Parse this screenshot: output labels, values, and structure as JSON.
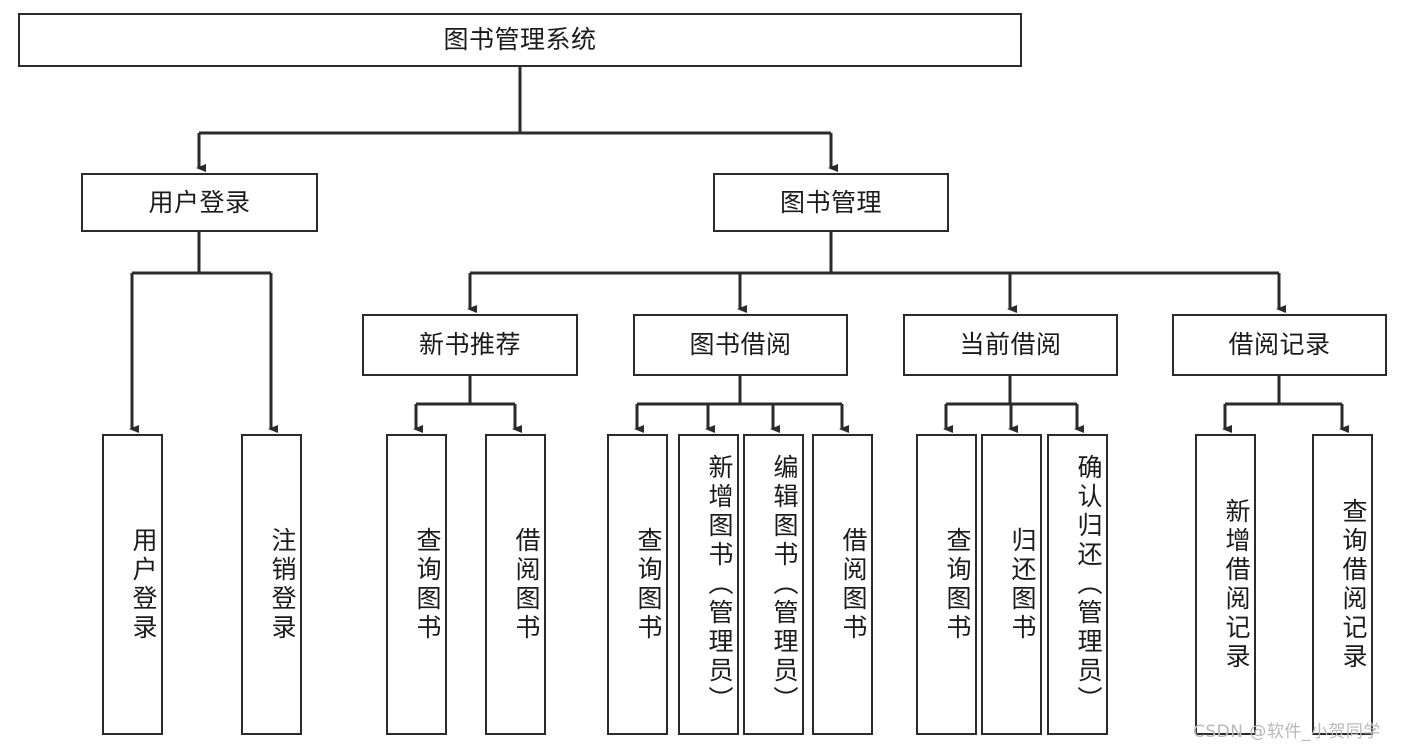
{
  "diagram": {
    "type": "tree",
    "title_node": "图书管理系统",
    "watermark": "CSDN @软件_小贺同学",
    "colors": {
      "stroke": "#2b2b2b",
      "fill": "#ffffff",
      "text": "#1b1b1b",
      "watermark": "#b9b9b9"
    }
  },
  "nodes": {
    "root": {
      "label": "图书管理系统"
    },
    "level2": [
      {
        "id": "user-login",
        "label": "用户登录"
      },
      {
        "id": "book-management",
        "label": "图书管理"
      }
    ],
    "level3": [
      {
        "id": "new-book-recommend",
        "label": "新书推荐"
      },
      {
        "id": "book-borrow",
        "label": "图书借阅"
      },
      {
        "id": "current-borrow",
        "label": "当前借阅"
      },
      {
        "id": "borrow-record",
        "label": "借阅记录"
      }
    ],
    "leaves": {
      "user_login": [
        {
          "id": "leaf-user-login",
          "label": "用户登录"
        },
        {
          "id": "leaf-user-logout",
          "label": "注销登录"
        }
      ],
      "new_book_recommend": [
        {
          "id": "leaf-query-book-1",
          "label": "查询图书"
        },
        {
          "id": "leaf-borrow-book-1",
          "label": "借阅图书"
        }
      ],
      "book_borrow": [
        {
          "id": "leaf-query-book-2",
          "label": "查询图书"
        },
        {
          "id": "leaf-add-book",
          "label": "新增图书（管理员）"
        },
        {
          "id": "leaf-edit-book",
          "label": "编辑图书（管理员）"
        },
        {
          "id": "leaf-borrow-book-2",
          "label": "借阅图书"
        }
      ],
      "current_borrow": [
        {
          "id": "leaf-query-book-3",
          "label": "查询图书"
        },
        {
          "id": "leaf-return-book",
          "label": "归还图书"
        },
        {
          "id": "leaf-confirm-return",
          "label": "确认归还（管理员）"
        }
      ],
      "borrow_record": [
        {
          "id": "leaf-add-record",
          "label": "新增借阅记录"
        },
        {
          "id": "leaf-query-record",
          "label": "查询借阅记录"
        }
      ]
    }
  }
}
